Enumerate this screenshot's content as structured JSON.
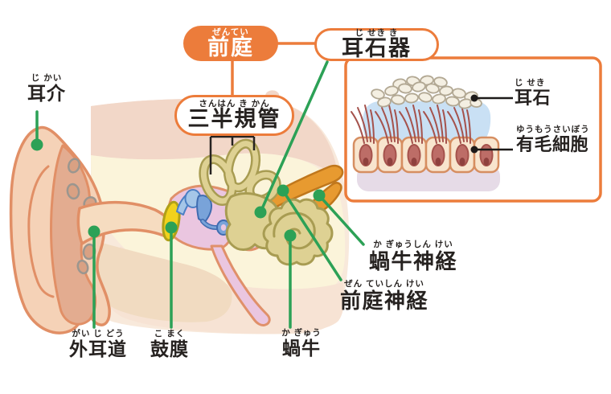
{
  "colors": {
    "accent_orange": "#ec7c3b",
    "pointer_green": "#2ca156",
    "pointer_black": "#1d1a19",
    "text_black": "#262220",
    "pinna_skin": "#f5d2b7",
    "pinna_inner_skin": "#e3ac90",
    "outline_salmon": "#e18f66",
    "band_pink_top": "#f2d7c8",
    "band_cream": "#fbf4da",
    "band_pink_bottom": "#f7e3d4",
    "band_tan_bottom": "#f1dbc1",
    "middle_ear_lavender": "#eac6e0",
    "eardrum_yellow": "#f1d11c",
    "ossicle_blue_light": "#a5c6e8",
    "ossicle_blue_dark": "#79a3d9",
    "labyrinth_khaki": "#ded193",
    "labyrinth_outline": "#a89c52",
    "nerve_orange": "#e79a30",
    "otolith_gel_blue": "#c9e0f4",
    "hair_cell_beige": "#f8e5ce",
    "hair_red": "#a5524c",
    "otolith_white": "#f4efe2"
  },
  "boxes": {
    "zentei": {
      "kanji": "前庭",
      "furigana": "ぜんてい"
    },
    "jisekiki": {
      "kanji": "耳石器",
      "furigana": "じ せき き"
    },
    "sanhankikan": {
      "kanji": "三半規管",
      "furigana": "さんはん き かん"
    }
  },
  "labels": {
    "jikai": {
      "kanji": "耳介",
      "furigana": "じ かい"
    },
    "gaijido": {
      "kanji": "外耳道",
      "furigana": "がい じ どう"
    },
    "komaku": {
      "kanji": "鼓膜",
      "furigana": "こ まく"
    },
    "kagyu": {
      "kanji": "蝸牛",
      "furigana": "か ぎゅう"
    },
    "kagyushinkei": {
      "kanji": "蝸牛神経",
      "furigana": "か ぎゅうしん けい"
    },
    "zenteishinkei": {
      "kanji": "前庭神経",
      "furigana": "ぜん ていしん けい"
    },
    "jiseki": {
      "kanji": "耳石",
      "furigana": "じ せき"
    },
    "yumosaibo": {
      "kanji": "有毛細胞",
      "furigana": "ゆうもうさいぼう"
    }
  }
}
